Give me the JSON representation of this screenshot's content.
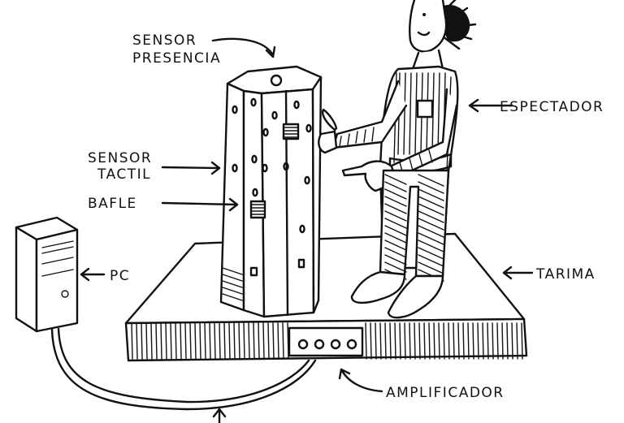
{
  "labels": {
    "sensor_presencia_1": "SENSOR",
    "sensor_presencia_2": "PRESENCIA",
    "espectador": "ESPECTADOR",
    "sensor_tactil_1": "SENSOR",
    "sensor_tactil_2": "TACTIL",
    "bafle": "BAFLE",
    "pc": "PC",
    "tarima": "TARIMA",
    "amplificador": "AMPLIFICADOR"
  },
  "colors": {
    "ink": "#111111",
    "paper": "#ffffff"
  }
}
